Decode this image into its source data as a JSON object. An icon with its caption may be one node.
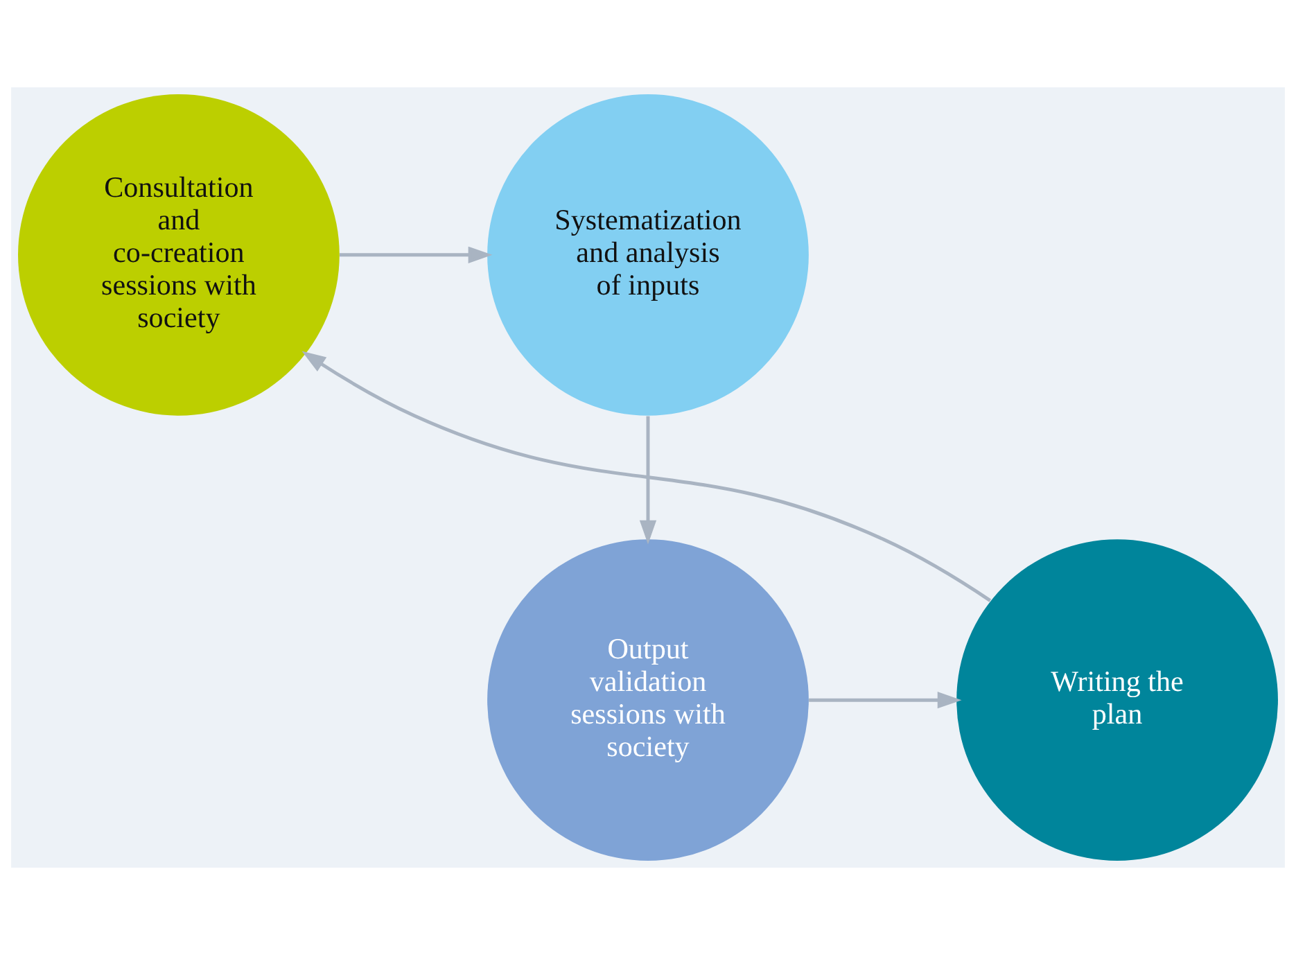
{
  "diagram": {
    "nodes": [
      {
        "text": [
          "Consultation and co-creation sessions with society"
        ]
      },
      {
        "text": [
          "Systematization and analysis of inputs"
        ]
      },
      {
        "text": [
          "Output validation sessions with society"
        ]
      },
      {
        "text": [
          "Writing the plan"
        ]
      }
    ],
    "edges": [
      {
        "from": 0,
        "to": 1,
        "arrow": "to"
      },
      {
        "from": 1,
        "to": 2,
        "arrow": "to"
      },
      {
        "from": 2,
        "to": 3,
        "arrow": "to"
      },
      {
        "from": 3,
        "to": 0,
        "arrow": "to"
      }
    ]
  }
}
